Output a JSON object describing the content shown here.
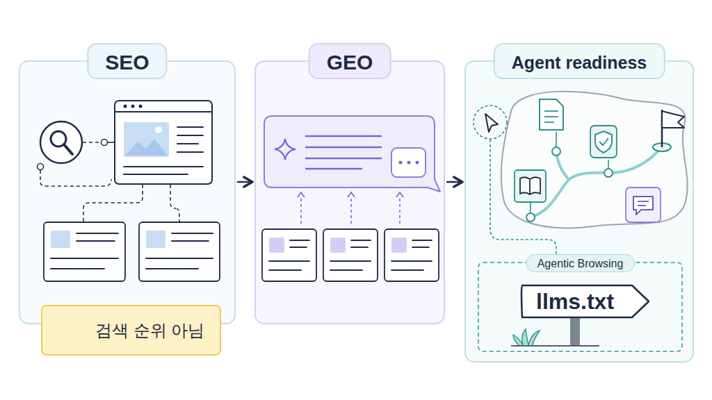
{
  "diagram": {
    "nodes": [
      {
        "text": [
          "SEO"
        ]
      },
      {
        "text": [
          "검색 순위 아님"
        ],
        "in": 0
      },
      {
        "text": [
          "GEO"
        ]
      },
      {
        "text": [
          "Agent readiness"
        ]
      },
      {
        "text": [
          "Agentic Browsing"
        ],
        "in": 3
      },
      {
        "text": [
          "llms.txt"
        ],
        "in": 4
      }
    ],
    "edges": [
      {
        "from": 0,
        "to": 2,
        "arrow": "to"
      },
      {
        "from": 2,
        "to": 3,
        "arrow": "to"
      }
    ]
  }
}
